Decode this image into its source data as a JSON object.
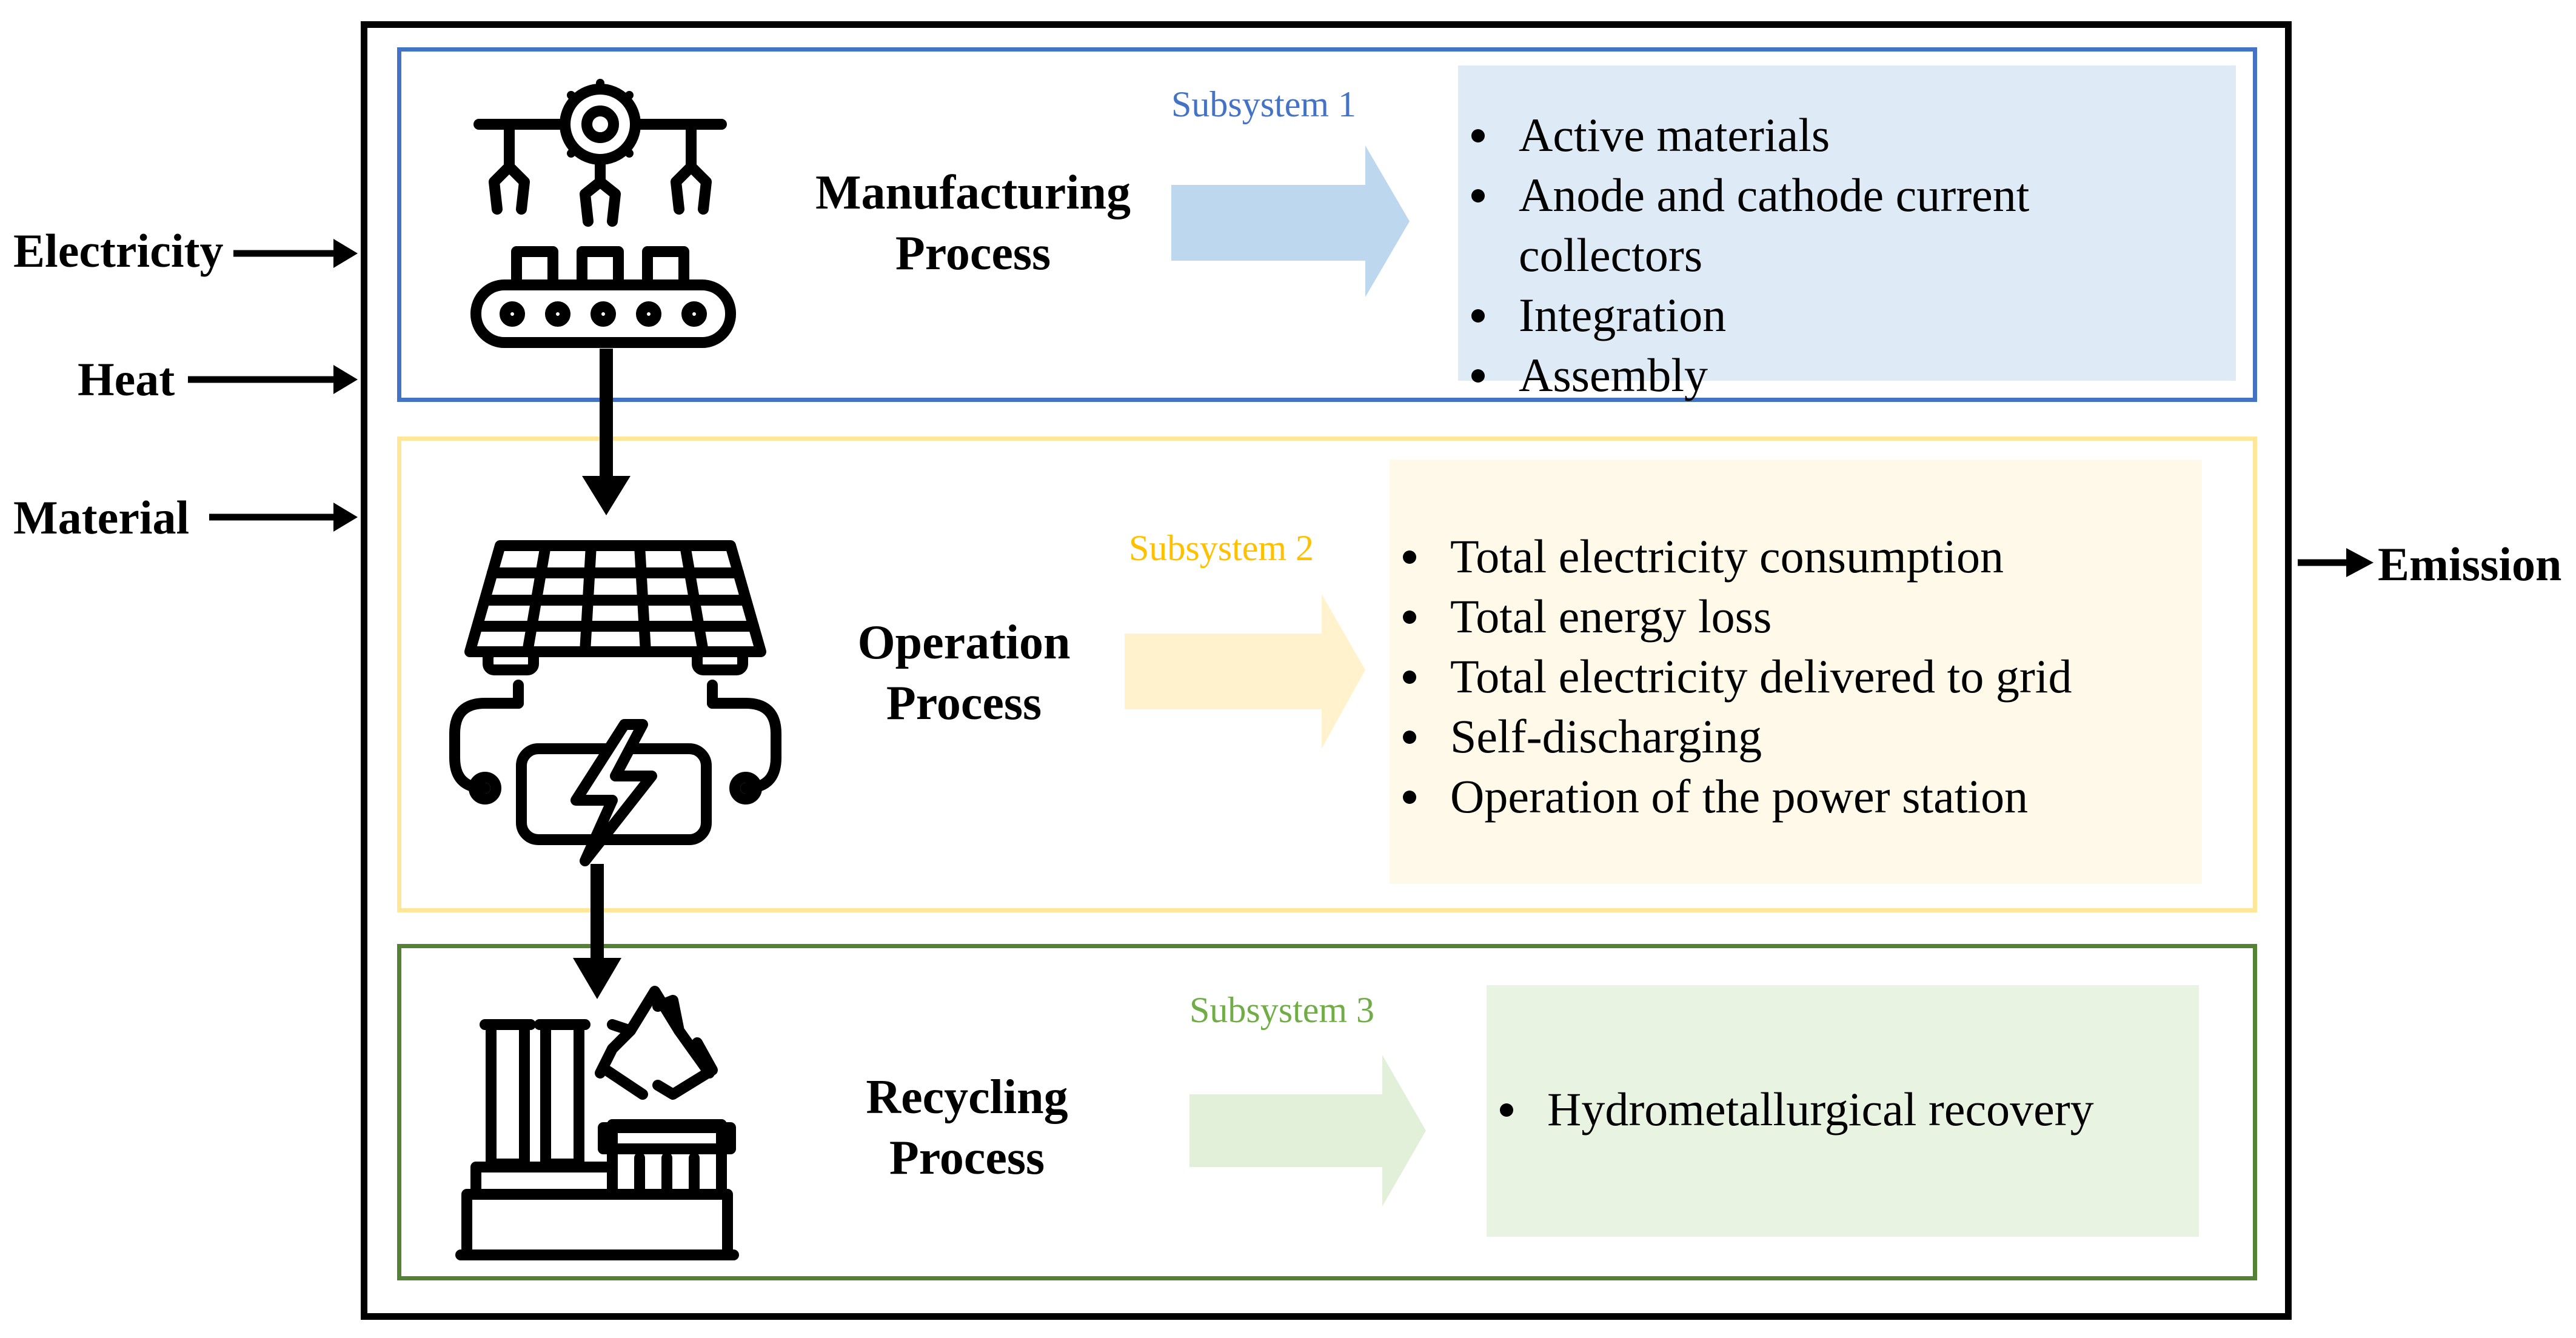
{
  "inputs": {
    "electricity": "Electricity",
    "heat": "Heat",
    "material": "Material"
  },
  "output": {
    "emission": "Emission"
  },
  "colors": {
    "subsystem1": "#4472C4",
    "subsystem2": "#FFC000",
    "subsystem3": "#70AD47",
    "panel1_border": "#4472C4",
    "panel2_border": "#FFE699",
    "panel3_border": "#548235",
    "box1_fill": "#DEEAF6",
    "box2_fill": "#FFF9EA",
    "box3_fill": "#E9F3E2"
  },
  "subsystems": [
    {
      "process_line1": "Manufacturing",
      "process_line2": "Process",
      "subsystem_label": "Subsystem 1",
      "icon": "factory-robot-conveyor-icon",
      "items": [
        "Active materials",
        "Anode and cathode current collectors",
        "Integration",
        "Assembly"
      ]
    },
    {
      "process_line1": "Operation",
      "process_line2": "Process",
      "subsystem_label": "Subsystem 2",
      "icon": "solar-panel-battery-icon",
      "items": [
        "Total electricity consumption",
        "Total energy loss",
        "Total electricity delivered to grid",
        "Self-discharging",
        "Operation of the power station"
      ]
    },
    {
      "process_line1": "Recycling",
      "process_line2": "Process",
      "subsystem_label": "Subsystem 3",
      "icon": "recycling-factory-icon",
      "items": [
        "Hydrometallurgical recovery"
      ]
    }
  ]
}
